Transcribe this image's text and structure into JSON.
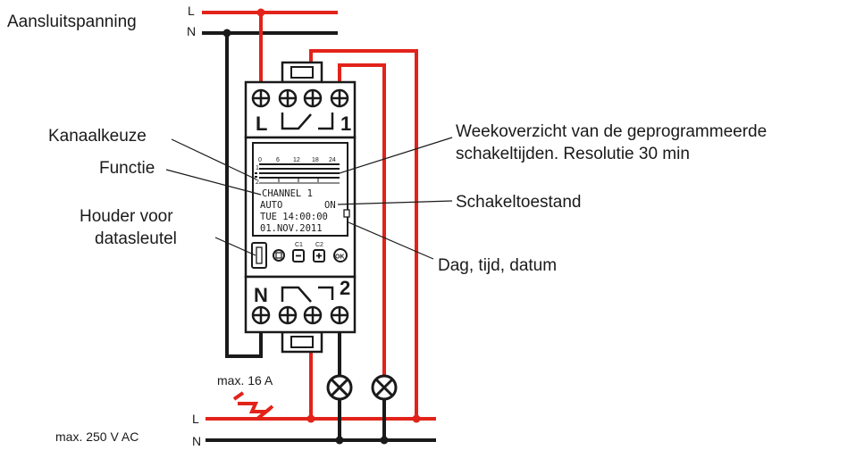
{
  "supply_top": {
    "label": "Aansluitspanning",
    "L": "L",
    "N": "N"
  },
  "supply_bottom": {
    "label": "max. 250 V AC",
    "L": "L",
    "N": "N"
  },
  "switch_label": "max. 16 A",
  "callouts": {
    "kanaalkeuze": "Kanaalkeuze",
    "functie": "Functie",
    "houder_line1": "Houder voor",
    "houder_line2": "datasleutel",
    "weekoverzicht_line1": "Weekoverzicht van de geprogrammeerde",
    "weekoverzicht_line2": "schakeltijden. Resolutie 30 min",
    "schakeltoestand": "Schakeltoestand",
    "dag_tijd_datum": "Dag, tijd, datum"
  },
  "device": {
    "top_terminal_L": "L",
    "top_terminal_1": "1",
    "bottom_terminal_N": "N",
    "bottom_terminal_2": "2",
    "timeline_ticks": [
      "0",
      "6",
      "12",
      "18",
      "24"
    ],
    "channel_marks": [
      "1",
      "2"
    ],
    "lcd_line1": "CHANNEL 1",
    "lcd_line2_left": "AUTO",
    "lcd_line2_right": "ON",
    "lcd_line3": "TUE 14:00:00",
    "lcd_line4": "01.NOV.2011",
    "button_c1_label": "C1",
    "button_c2_label": "C2",
    "button_menu": "⊡",
    "button_minus": "−",
    "button_plus": "+",
    "button_ok": "OK"
  },
  "colors": {
    "live": "#e2231a",
    "neutral": "#1a1a1a",
    "device": "#1a1a1a"
  }
}
